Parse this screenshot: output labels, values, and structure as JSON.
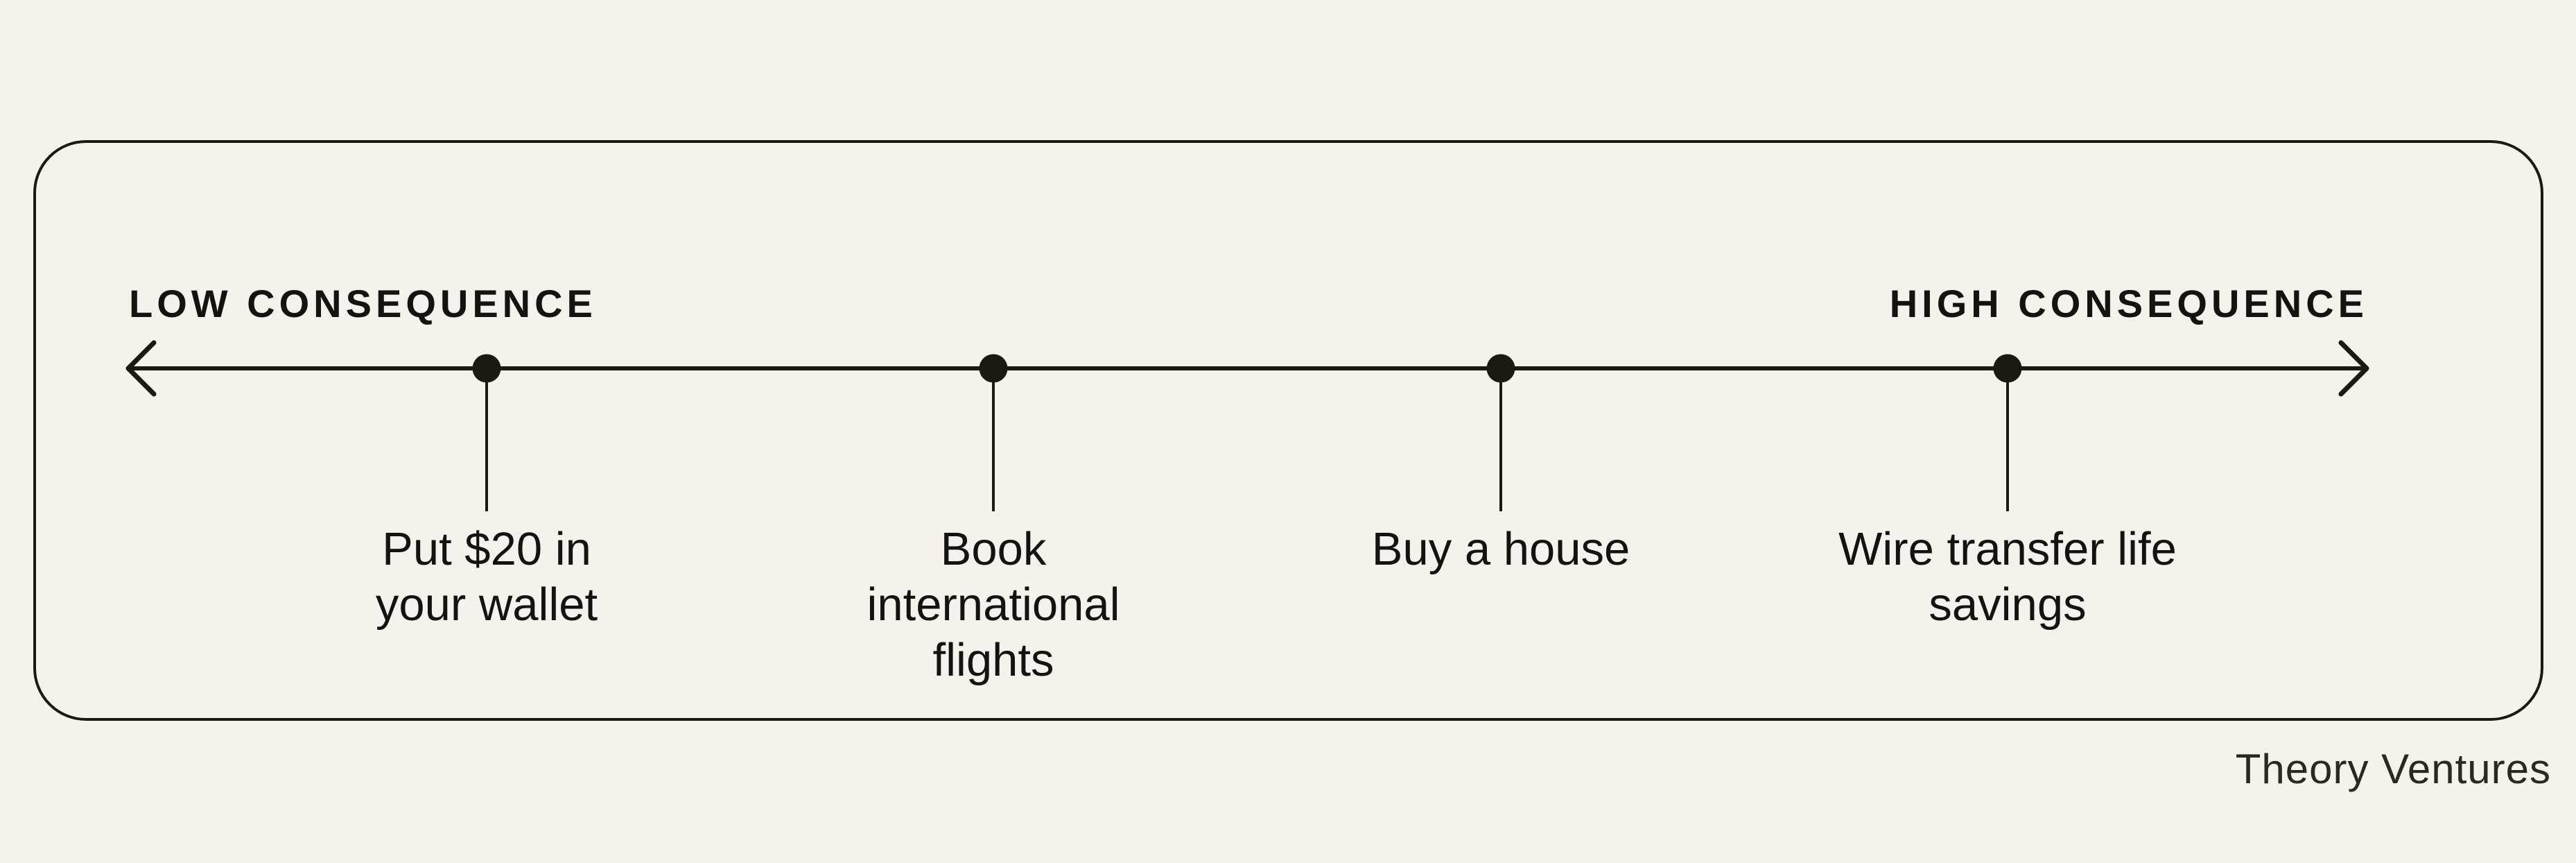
{
  "theme": {
    "bg": "#f5f1ec",
    "ink": "#1c1813",
    "text": "#16120f",
    "attribution": "#2b2723"
  },
  "header": {
    "low_label": "LOW CONSEQUENCE",
    "high_label": "HIGH CONSEQUENCE"
  },
  "spectrum": {
    "type": "consequence-spectrum",
    "axis": {
      "direction": "horizontal",
      "double_arrow": true,
      "left_end": "low consequence",
      "right_end": "high consequence"
    },
    "points": [
      {
        "label": "Put $20 in your wallet",
        "lines": [
          "Put $20 in",
          "your wallet"
        ],
        "position_percent": 16
      },
      {
        "label": "Book international flights",
        "lines": [
          "Book",
          "international",
          "flights"
        ],
        "position_percent": 39
      },
      {
        "label": "Buy a house",
        "lines": [
          "Buy a house"
        ],
        "position_percent": 61
      },
      {
        "label": "Wire transfer life savings",
        "lines": [
          "Wire transfer life",
          "savings"
        ],
        "position_percent": 84
      }
    ]
  },
  "attribution": {
    "text": "Theory Ventures"
  }
}
